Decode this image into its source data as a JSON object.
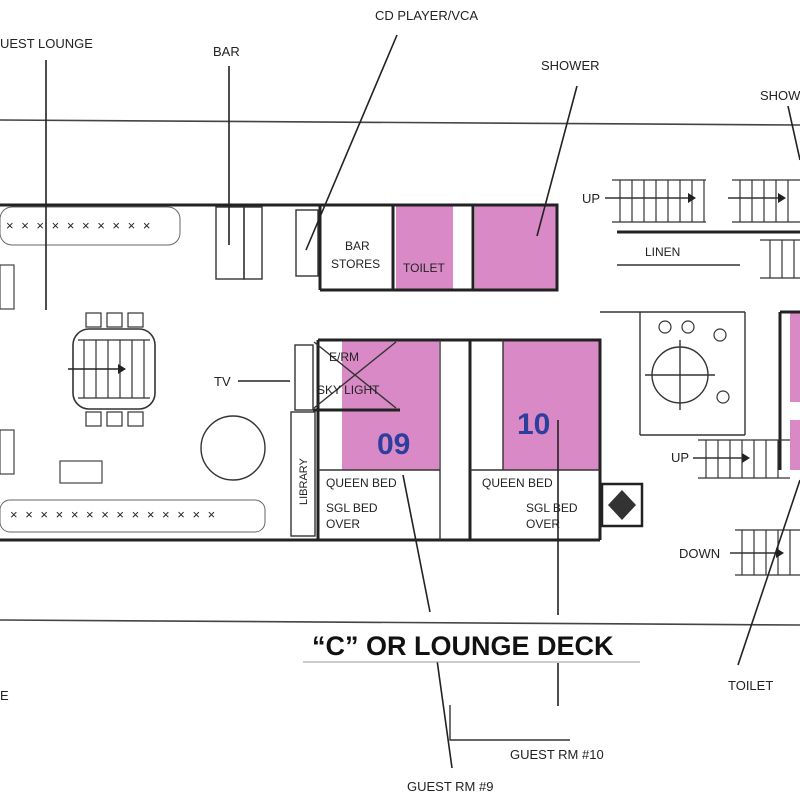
{
  "colors": {
    "accent": "#d98ac6",
    "room_number": "#2e3e9c",
    "line": "#222222"
  },
  "title": "“C” OR LOUNGE DECK",
  "callouts": {
    "guest_lounge": "UEST LOUNGE",
    "bar": "BAR",
    "cd_player": "CD PLAYER/VCA",
    "shower": "SHOWER",
    "shower_right": "SHOW",
    "tv": "TV",
    "toilet_right": "TOILET",
    "guest_rm_9": "GUEST RM #9",
    "guest_rm_10": "GUEST RM #10",
    "left_edge": "E"
  },
  "rooms": {
    "bar_stores_1": "BAR",
    "bar_stores_2": "STORES",
    "toilet": "TOILET",
    "linen": "LINEN",
    "erm": "E/RM",
    "sky_light": "SKY LIGHT",
    "library": "LIBRARY",
    "room_09": "09",
    "room_10": "10",
    "queen_bed_9": "QUEEN BED",
    "sgl_bed_9_1": "SGL BED",
    "sgl_bed_9_2": "OVER",
    "queen_bed_10": "QUEEN BED",
    "sgl_bed_10_1": "SGL BED",
    "sgl_bed_10_2": "OVER"
  },
  "stairs": {
    "up_1": "UP",
    "up_2": "UP",
    "down": "DOWN"
  }
}
